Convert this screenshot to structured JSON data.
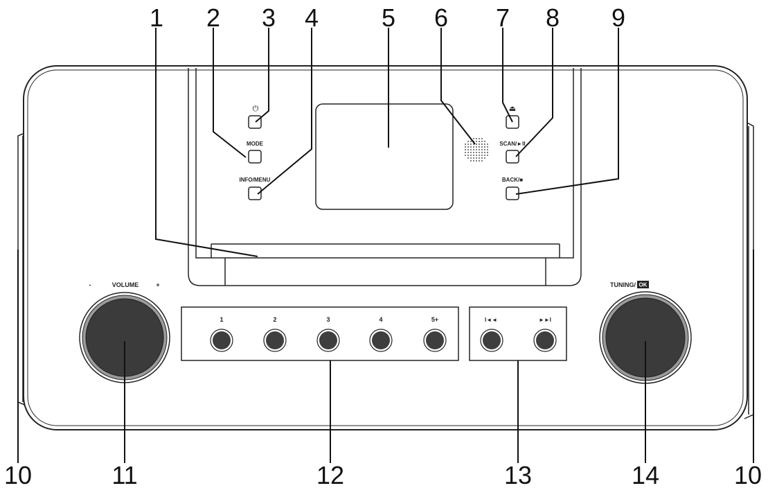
{
  "colors": {
    "outline": "#222222",
    "knob_fill": "#3b3b3b",
    "knob_ring": "#8a8a8a",
    "button_fill": "#3e3e3e",
    "background": "#ffffff"
  },
  "callouts": {
    "c1": "1",
    "c2": "2",
    "c3": "3",
    "c4": "4",
    "c5": "5",
    "c6": "6",
    "c7": "7",
    "c8": "8",
    "c9": "9",
    "c10_left": "10",
    "c11": "11",
    "c12": "12",
    "c13": "13",
    "c14": "14",
    "c10_right": "10"
  },
  "labels": {
    "power_icon": "⏻",
    "mode": "MODE",
    "info_menu": "INFO/MENU",
    "eject_icon": "⏏",
    "scan": "SCAN/►II",
    "back": "BACK/■",
    "volume_minus": "-",
    "volume": "VOLUME",
    "volume_plus": "+",
    "tuning": "TUNING/",
    "tuning_ok": "OK",
    "presets": [
      "1",
      "2",
      "3",
      "4",
      "5+"
    ],
    "prev_icon": "I◄◄",
    "next_icon": "►►I"
  }
}
